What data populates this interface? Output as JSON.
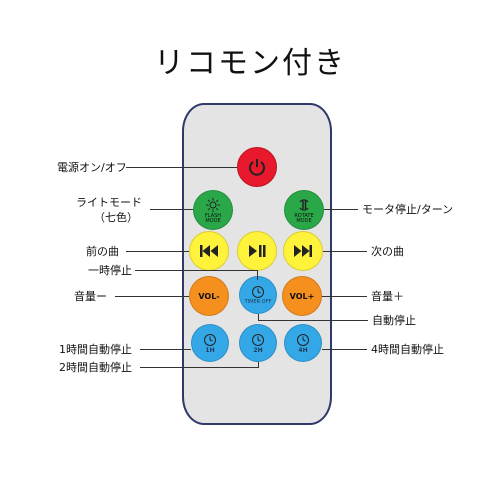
{
  "title": "リコモン付き",
  "colors": {
    "red": "#e8192c",
    "green": "#2aa748",
    "yellow": "#fff23a",
    "orange": "#f5901e",
    "blue": "#34a7e6",
    "remote_body": "#e4e4e4",
    "remote_border": "#2f3a6b"
  },
  "buttons": {
    "power": {
      "icon": "power-icon"
    },
    "flash": {
      "icon": "sun-icon",
      "text": "FLASH\nMODE"
    },
    "rotate": {
      "icon": "rotate-icon",
      "text": "ROTATE\nMODE"
    },
    "prev": {
      "icon": "skip-back-icon"
    },
    "play_pause": {
      "icon": "play-pause-icon"
    },
    "next": {
      "icon": "skip-forward-icon"
    },
    "vol_minus": {
      "text": "VOL-"
    },
    "timer_off": {
      "icon": "clock-icon",
      "text": "TIMER OFF"
    },
    "vol_plus": {
      "text": "VOL+"
    },
    "timer_1h": {
      "icon": "clock-icon",
      "text": "1H"
    },
    "timer_2h": {
      "icon": "clock-icon",
      "text": "2H"
    },
    "timer_4h": {
      "icon": "clock-icon",
      "text": "4H"
    }
  },
  "labels": {
    "power": "電源オン/オフ",
    "light_mode_1": "ライトモード",
    "light_mode_2": "（七色）",
    "motor": "モータ停止/ターン",
    "prev": "前の曲",
    "pause": "一時停止",
    "next": "次の曲",
    "vol_down": "音量ー",
    "vol_up": "音量＋",
    "auto_stop": "自動停止",
    "stop_1h": "1時間自動停止",
    "stop_2h": "2時間自動停止",
    "stop_4h": "4時間自動停止"
  }
}
